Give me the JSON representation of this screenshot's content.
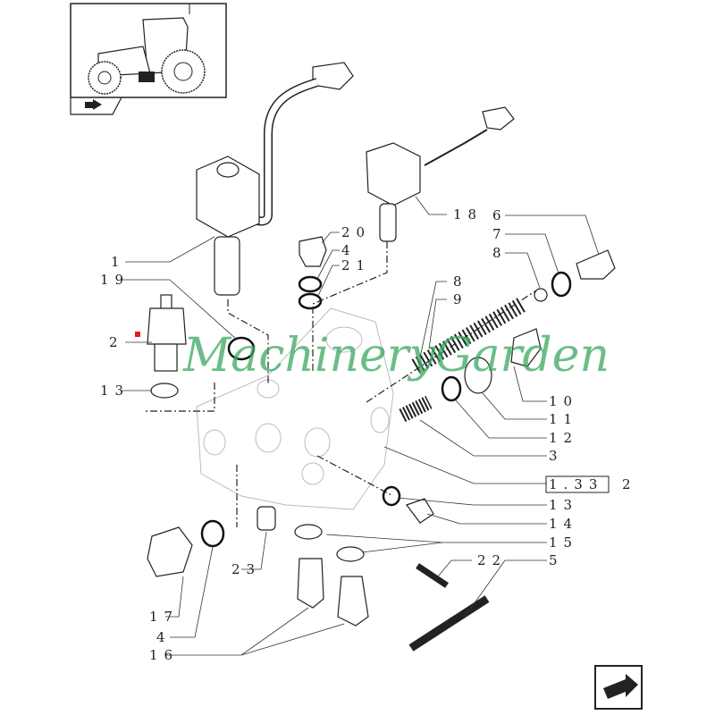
{
  "diagram": {
    "watermark": "MachineryGarden",
    "reference_box": "1.33",
    "reference_suffix": "2",
    "callouts": [
      "1",
      "19",
      "2",
      "13",
      "20",
      "4",
      "21",
      "18",
      "6",
      "7",
      "8",
      "8",
      "9",
      "10",
      "11",
      "12",
      "3",
      "13",
      "14",
      "15",
      "22",
      "5",
      "23",
      "17",
      "4",
      "16"
    ]
  },
  "icons": {
    "thumbnail": "tractor-thumbnail-icon",
    "thumbnail_nav": "arrow-icon",
    "next_page": "next-page-arrow-icon"
  },
  "colors": {
    "marker": "#e02020",
    "watermark": "#3aa860"
  }
}
